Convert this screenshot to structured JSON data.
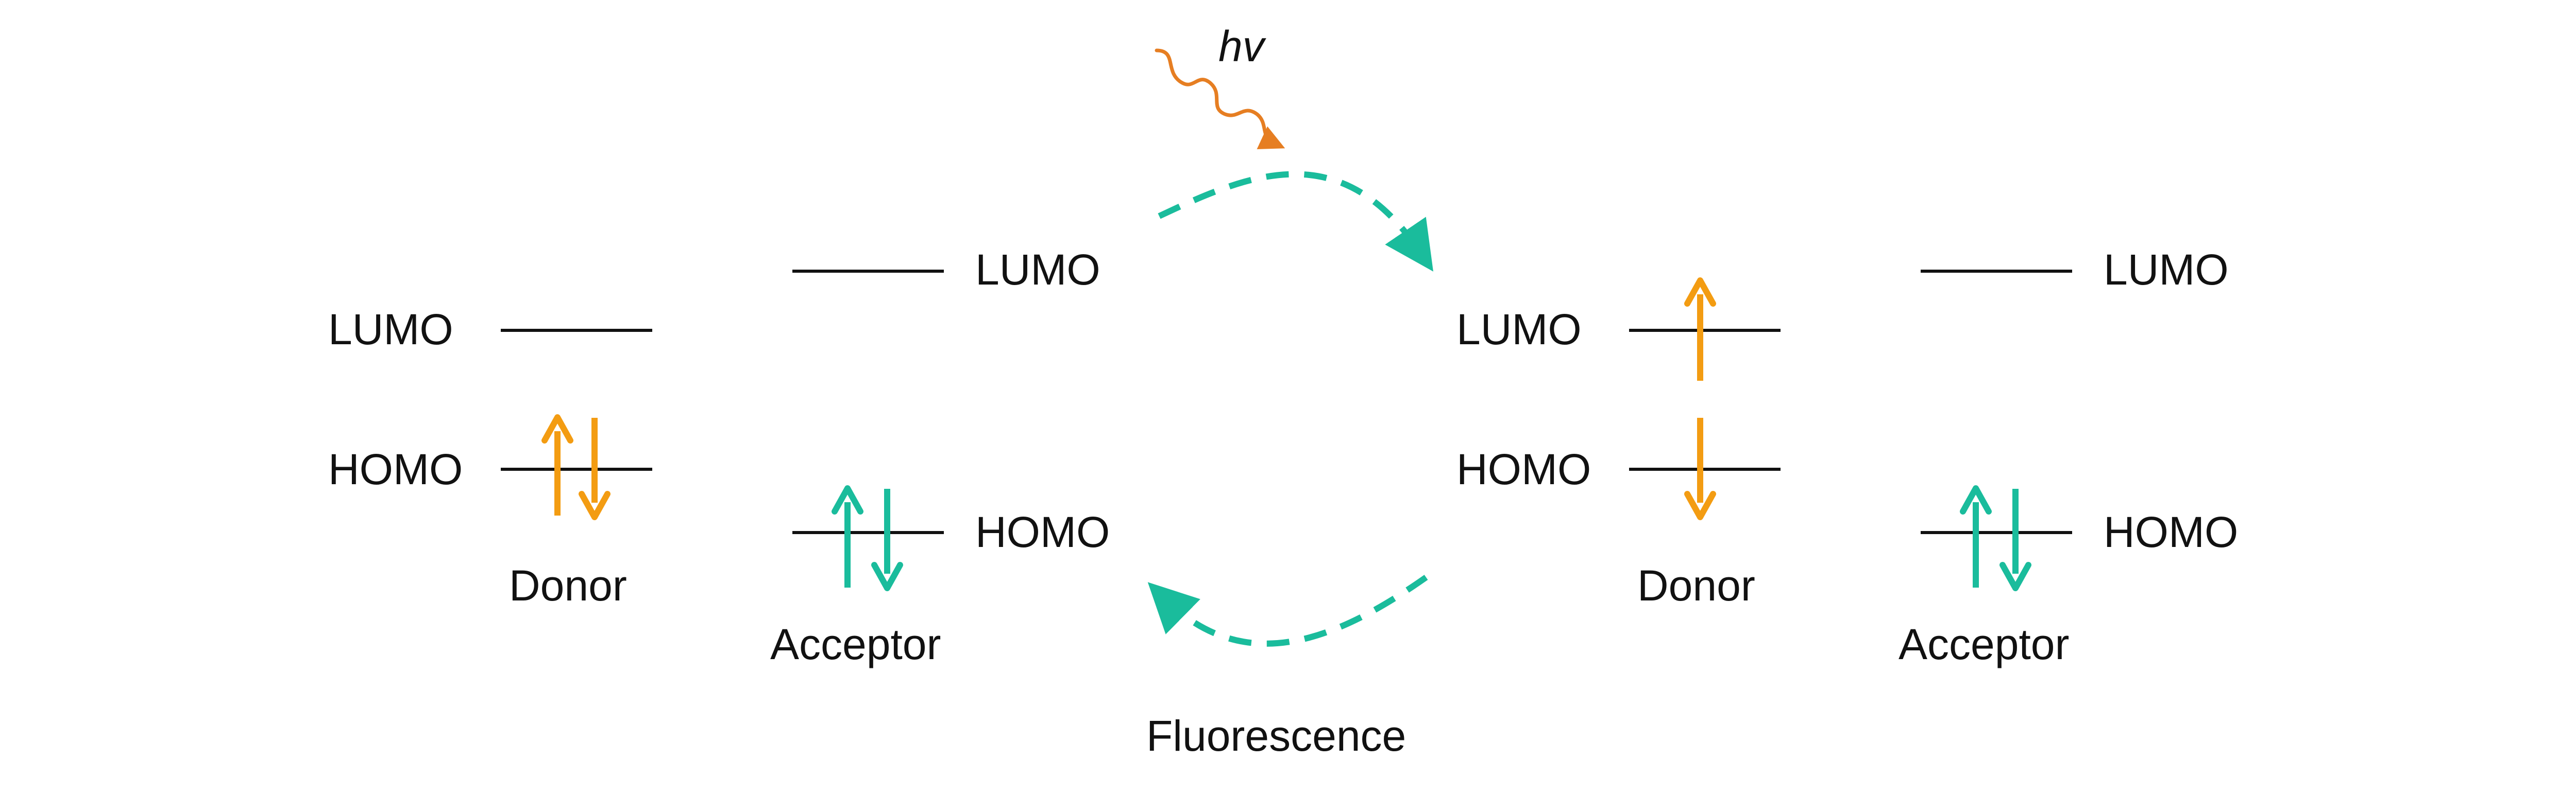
{
  "colors": {
    "donor_spin": "#F39C12",
    "acceptor_spin": "#1ABC9C",
    "transfer_arrow": "#1ABC9C",
    "photon": "#E67E22",
    "level_line": "#111111"
  },
  "photon": {
    "label": "hv",
    "icon": "wavy-photon-arrow"
  },
  "transitions": {
    "emission_label": "Fluorescence"
  },
  "ground_state": {
    "donor": {
      "lumo": "LUMO",
      "homo": "HOMO",
      "name": "Donor"
    },
    "acceptor": {
      "lumo": "LUMO",
      "homo": "HOMO",
      "name": "Acceptor"
    }
  },
  "excited_state": {
    "donor": {
      "lumo": "LUMO",
      "homo": "HOMO",
      "name": "Donor"
    },
    "acceptor": {
      "lumo": "LUMO",
      "homo": "HOMO",
      "name": "Acceptor"
    }
  }
}
